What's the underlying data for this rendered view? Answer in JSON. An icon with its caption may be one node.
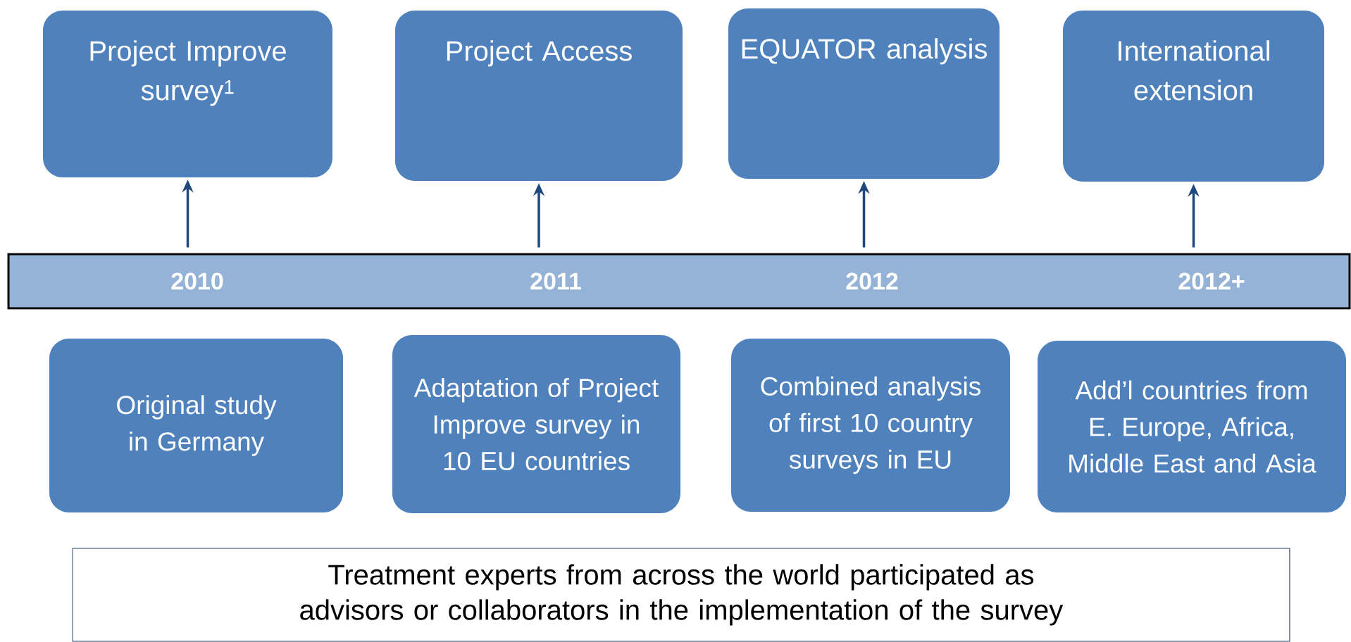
{
  "diagram": {
    "nodes": [
      {
        "text": [
          "Project Improve survey$^{1}$"
        ]
      },
      {
        "text": [
          "Project Access"
        ]
      },
      {
        "text": [
          "EQUATOR analysis"
        ]
      },
      {
        "text": [
          "International extension"
        ]
      },
      {
        "text": [
          "2010",
          "2011",
          "2012",
          "2012+"
        ]
      },
      {
        "text": [
          "Original study in Germany"
        ]
      },
      {
        "text": [
          "Adaptation of Project Improve survey in 10 EU countries"
        ]
      },
      {
        "text": [
          "Combined analysis of first 10 country surveys in EU"
        ]
      },
      {
        "text": [
          "Add’l countries from E. Europe, Africa, Middle East and Asia"
        ]
      },
      {
        "text": [
          "Treatment experts from across the world participated as advisors or collaborators in the implementation of the survey"
        ]
      }
    ],
    "edges": [
      {
        "from": 4,
        "to": 0,
        "arrow": "to"
      },
      {
        "from": 4,
        "to": 1,
        "arrow": "to"
      },
      {
        "from": 4,
        "to": 2,
        "arrow": "to"
      },
      {
        "from": 4,
        "to": 3,
        "arrow": "to"
      }
    ]
  }
}
